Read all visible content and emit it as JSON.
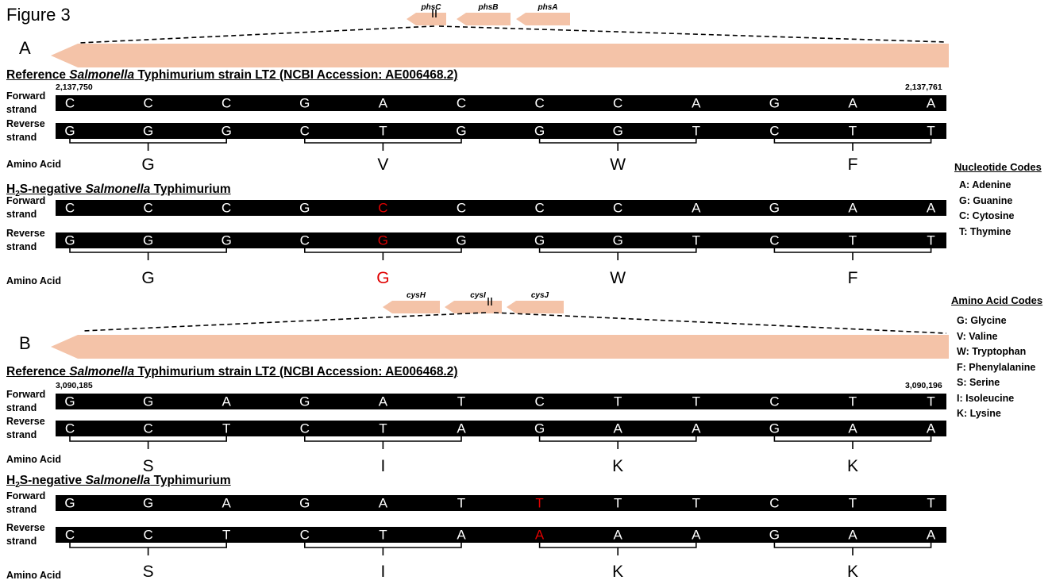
{
  "figure_title": "Figure 3",
  "colors": {
    "arrow": "#f4c3a8",
    "bar": "#000000",
    "mutation": "#e00000",
    "nucleotide_text": "#ffffff"
  },
  "legend": {
    "nucleotide_title": "Nucleotide Codes",
    "nucleotides": [
      "A: Adenine",
      "G: Guanine",
      "C: Cytosine",
      "T: Thymine"
    ],
    "amino_title": "Amino Acid Codes",
    "amino_acids": [
      "G: Glycine",
      "V: Valine",
      "W: Tryptophan",
      "F: Phenylalanine",
      "S: Serine",
      "I: Isoleucine",
      "K: Lysine"
    ]
  },
  "panels": [
    {
      "letter": "A",
      "gene_name": "phsC gene",
      "operon_genes": [
        "phsC",
        "phsB",
        "phsA"
      ],
      "labels": {
        "forward": [
          "Forward",
          "strand"
        ],
        "reverse": [
          "Reverse",
          "strand"
        ],
        "amino": "Amino Acid"
      },
      "reference": {
        "title_pre": "Reference ",
        "title_italic": "Salmonella",
        "title_post": " Typhimurium strain LT2 (NCBI Accession: AE006468.2)",
        "coord_start": "2,137,750",
        "coord_end": "2,137,761",
        "forward": [
          "C",
          "C",
          "C",
          "G",
          "A",
          "C",
          "C",
          "C",
          "A",
          "G",
          "A",
          "A"
        ],
        "reverse": [
          "G",
          "G",
          "G",
          "C",
          "T",
          "G",
          "G",
          "G",
          "T",
          "C",
          "T",
          "T"
        ],
        "amino_acids": [
          "G",
          "V",
          "W",
          "F"
        ]
      },
      "mutant": {
        "title_h": "H",
        "title_sub": "2",
        "title_s": "S-negative ",
        "title_italic": "Salmonella",
        "title_post": " Typhimurium",
        "forward": [
          "C",
          "C",
          "C",
          "G",
          "C",
          "C",
          "C",
          "C",
          "A",
          "G",
          "A",
          "A"
        ],
        "reverse": [
          "G",
          "G",
          "G",
          "C",
          "G",
          "G",
          "G",
          "G",
          "T",
          "C",
          "T",
          "T"
        ],
        "amino_acids": [
          "G",
          "G",
          "W",
          "F"
        ],
        "mutated_nucleotide_index": 4,
        "mutated_codon_index": 1
      }
    },
    {
      "letter": "B",
      "gene_name": "cysI gene",
      "operon_genes": [
        "cysH",
        "cysI",
        "cysJ"
      ],
      "labels": {
        "forward": [
          "Forward",
          "strand"
        ],
        "reverse": [
          "Reverse",
          "strand"
        ],
        "amino": "Amino Acid"
      },
      "reference": {
        "title_pre": "Reference ",
        "title_italic": "Salmonella",
        "title_post": " Typhimurium strain LT2 (NCBI Accession: AE006468.2)",
        "coord_start": "3,090,185",
        "coord_end": "3,090,196",
        "forward": [
          "G",
          "G",
          "A",
          "G",
          "A",
          "T",
          "C",
          "T",
          "T",
          "C",
          "T",
          "T"
        ],
        "reverse": [
          "C",
          "C",
          "T",
          "C",
          "T",
          "A",
          "G",
          "A",
          "A",
          "G",
          "A",
          "A"
        ],
        "amino_acids": [
          "S",
          "I",
          "K",
          "K"
        ]
      },
      "mutant": {
        "title_h": "H",
        "title_sub": "2",
        "title_s": "S-negative ",
        "title_italic": "Salmonella",
        "title_post": " Typhimurium",
        "forward": [
          "G",
          "G",
          "A",
          "G",
          "A",
          "T",
          "T",
          "T",
          "T",
          "C",
          "T",
          "T"
        ],
        "reverse": [
          "C",
          "C",
          "T",
          "C",
          "T",
          "A",
          "A",
          "A",
          "A",
          "G",
          "A",
          "A"
        ],
        "amino_acids": [
          "S",
          "I",
          "K",
          "K"
        ],
        "mutated_nucleotide_index": 6,
        "mutated_codon_index": -1
      }
    }
  ]
}
